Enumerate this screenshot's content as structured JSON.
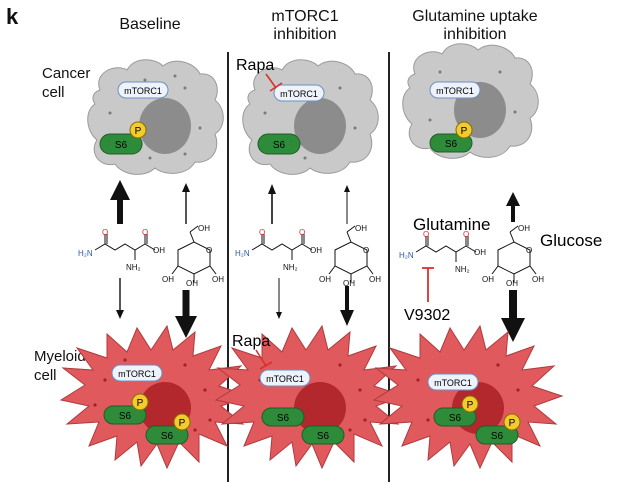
{
  "panel_letter": "k",
  "columns": [
    {
      "title_line1": "Baseline",
      "title_line2": ""
    },
    {
      "title_line1": "mTORC1",
      "title_line2": "inhibition"
    },
    {
      "title_line1": "Glutamine uptake",
      "title_line2": "inhibition"
    }
  ],
  "row_labels": {
    "cancer_line1": "Cancer",
    "cancer_line2": "cell",
    "myeloid_line1": "Myeloid",
    "myeloid_line2": "cell"
  },
  "labels": {
    "mtorc1": "mTORC1",
    "s6": "S6",
    "phospho": "P",
    "rapa": "Rapa",
    "glutamine": "Glutamine",
    "glucose": "Glucose",
    "v9302": "V9302"
  },
  "molecule_atoms": {
    "glutamine": {
      "amide_n": "H₂N",
      "carbonyl_o": "O",
      "acid_o": "O",
      "oh": "OH",
      "amine": "NH₂"
    },
    "glucose": {
      "ch2oh": "OH",
      "ring_o": "O",
      "oh": "OH"
    }
  },
  "colors": {
    "cancer_cell": "#c9c9c9",
    "cancer_nucleus": "#8c8c8c",
    "myeloid_cell": "#e0595c",
    "myeloid_nucleus": "#b2282d",
    "s6": "#2e8b3a",
    "phospho": "#f2cc2e",
    "inhibitor_line": "#d9312d",
    "molecule_atom": "#2b5ba8"
  }
}
